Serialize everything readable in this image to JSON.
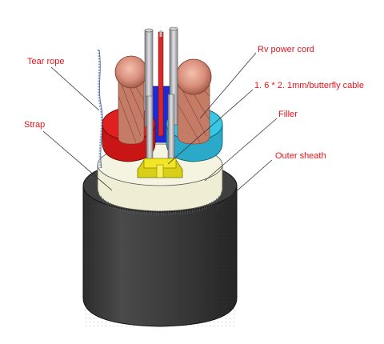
{
  "labels": {
    "tear_rope": "Tear rope",
    "strap": "Strap",
    "rv_power_cord": "Rv power cord",
    "butterfly_cable": "1. 6 * 2. 1mm/butterfly cable",
    "filler": "Filler",
    "outer_sheath": "Outer sheath"
  },
  "colors": {
    "label_text": "#e8141b",
    "leader_line": "#333333",
    "outer_sheath": "#3a3a3a",
    "strap": "#efeed4",
    "red_conductor_insulation": "#e02020",
    "cyan_conductor_insulation": "#38c8e6",
    "blue_core": "#1f2ad6",
    "copper": "#d9907c",
    "butterfly_cable": "#f0e626",
    "steel_rod": "#a9a9ae"
  }
}
